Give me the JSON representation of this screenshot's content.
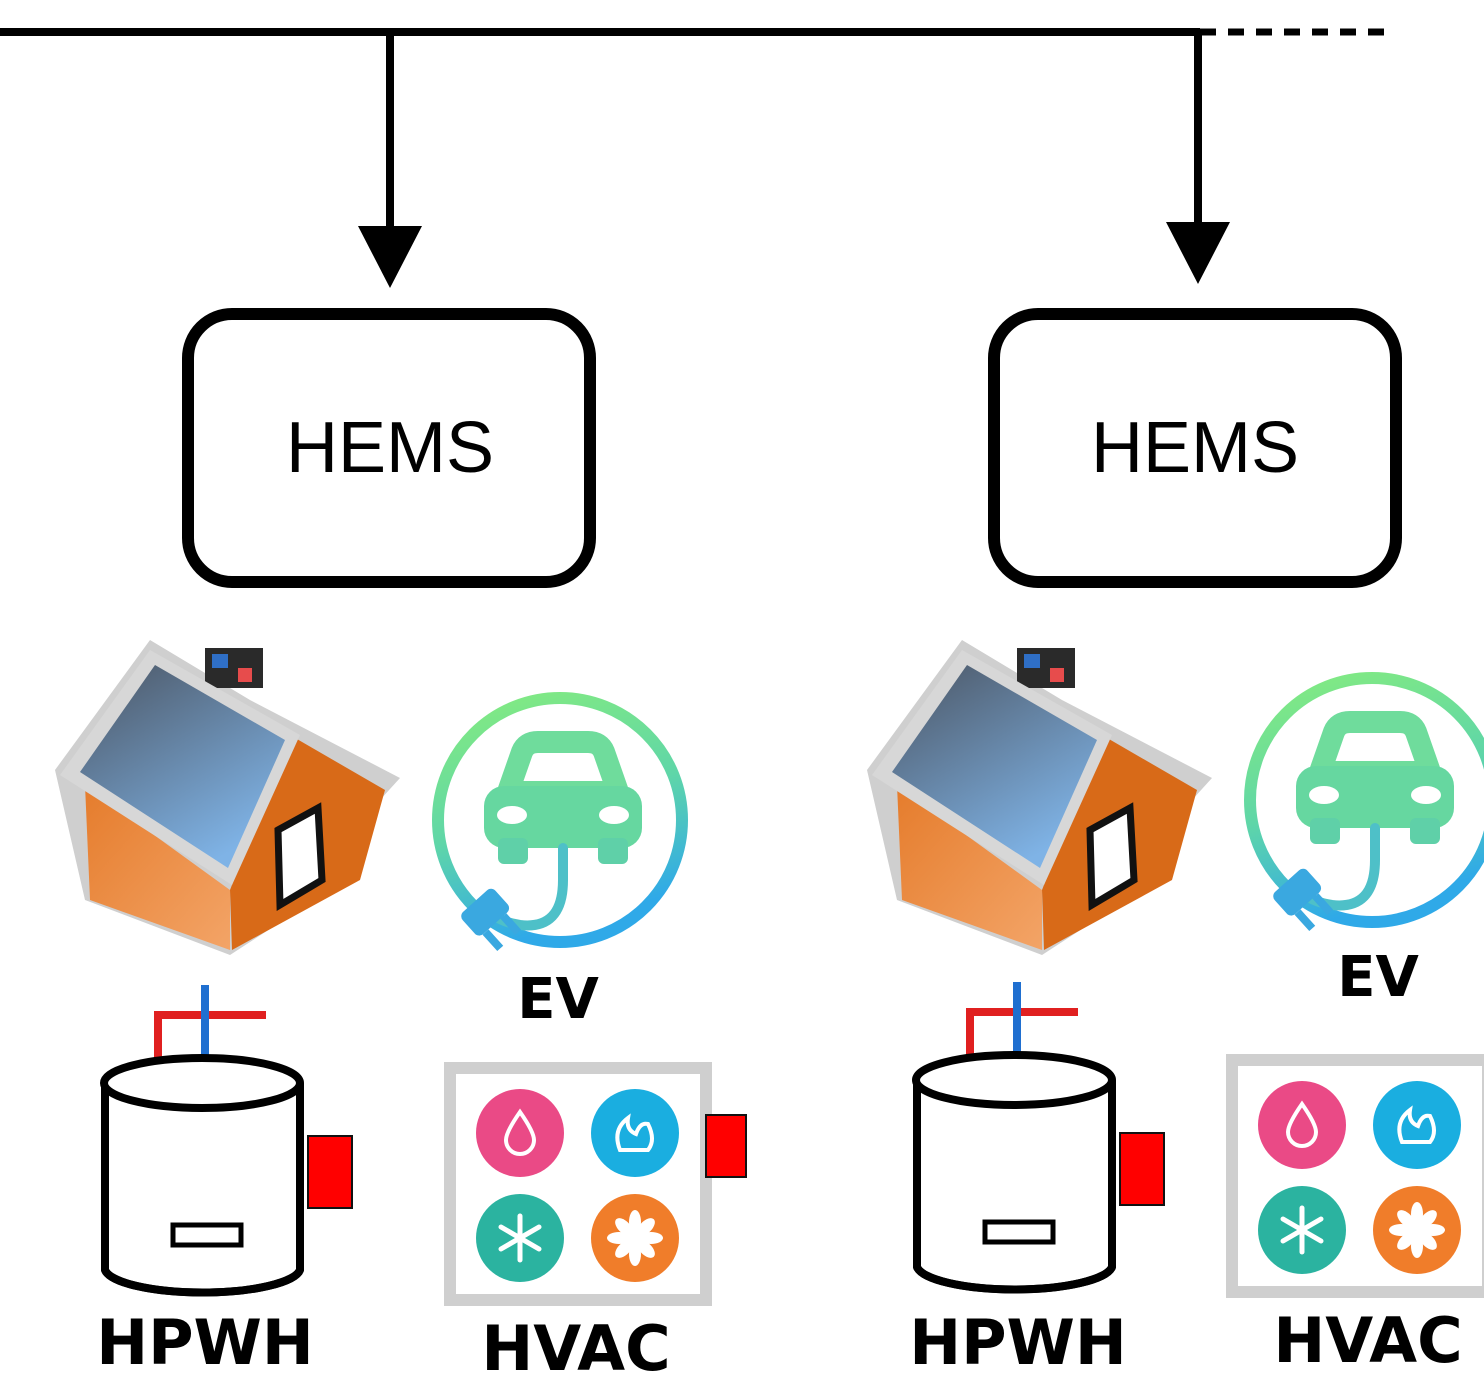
{
  "units": [
    {
      "hems_label": "HEMS",
      "ev_label": "EV",
      "hpwh_label": "HPWH",
      "hvac_label": "HVAC"
    },
    {
      "hems_label": "HEMS",
      "ev_label": "EV",
      "hpwh_label": "HPWH",
      "hvac_label": "HVAC"
    }
  ],
  "colors": {
    "line": "#000000",
    "ev_gradient_start": "#7fe87f",
    "ev_gradient_end": "#36b7e6",
    "house_wall": "#e9843a",
    "house_roof": "#6f9ccf",
    "pipe_hot": "#e02020",
    "pipe_cold": "#1f6fd0",
    "hvac_pink": "#ea4a86",
    "hvac_blue": "#1aaee0",
    "hvac_teal": "#2bb3a0",
    "hvac_orange": "#f07d2a",
    "controller_red": "#ff0000"
  },
  "icons": [
    "house-icon",
    "ev-charger-icon",
    "water-heater-icon",
    "hvac-icon"
  ]
}
